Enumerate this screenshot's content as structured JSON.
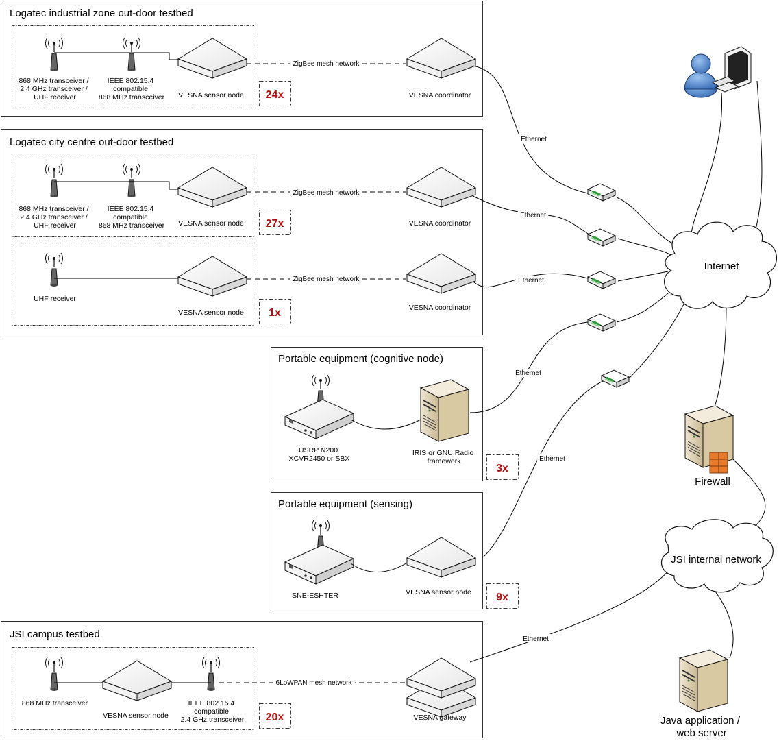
{
  "groups": {
    "industrial": {
      "title": "Logatec industrial zone out-door testbed",
      "antenna1_lines": [
        "868 MHz transceiver /",
        "2.4 GHz transceiver /",
        "UHF receiver"
      ],
      "antenna2_lines": [
        "IEEE 802.15.4",
        "compatible",
        "868 MHz transceiver"
      ],
      "node_label": "VESNA sensor node",
      "mesh_label": "ZigBee mesh network",
      "coordinator_label": "VESNA coordinator",
      "count": "24x"
    },
    "city": {
      "title": "Logatec city centre out-door testbed",
      "antenna1_lines": [
        "868 MHz transceiver /",
        "2.4 GHz transceiver /",
        "UHF receiver"
      ],
      "antenna2_lines": [
        "IEEE 802.15.4",
        "compatible",
        "868 MHz transceiver"
      ],
      "node_label": "VESNA sensor node",
      "mesh_label": "ZigBee mesh network",
      "coordinator_label": "VESNA coordinator",
      "count": "27x",
      "uhf": {
        "antenna_label": "UHF receiver",
        "node_label": "VESNA sensor node",
        "mesh_label": "ZigBee mesh network",
        "coordinator_label": "VESNA coordinator",
        "count": "1x"
      }
    },
    "cognitive": {
      "title": "Portable equipment (cognitive node)",
      "radio_lines": [
        "USRP N200",
        "XCVR2450 or SBX"
      ],
      "server_lines": [
        "IRIS or GNU Radio",
        "framework"
      ],
      "count": "3x"
    },
    "sensing": {
      "title": "Portable equipment (sensing)",
      "radio_label": "SNE-ESHTER",
      "node_label": "VESNA sensor node",
      "count": "9x"
    },
    "campus": {
      "title": "JSI campus testbed",
      "antenna1_label": "868 MHz transceiver",
      "node_label": "VESNA sensor node",
      "antenna2_lines": [
        "IEEE 802.15.4",
        "compatible",
        "2.4 GHz transceiver"
      ],
      "mesh_label": "6LoWPAN mesh network",
      "gateway_label": "VESNA gateway",
      "count": "20x"
    }
  },
  "network": {
    "internet_label": "Internet",
    "firewall_label": "Firewall",
    "internal_label": "JSI internal network",
    "server_lines": [
      "Java application /",
      "web server"
    ],
    "ethernet_label": "Ethernet"
  }
}
